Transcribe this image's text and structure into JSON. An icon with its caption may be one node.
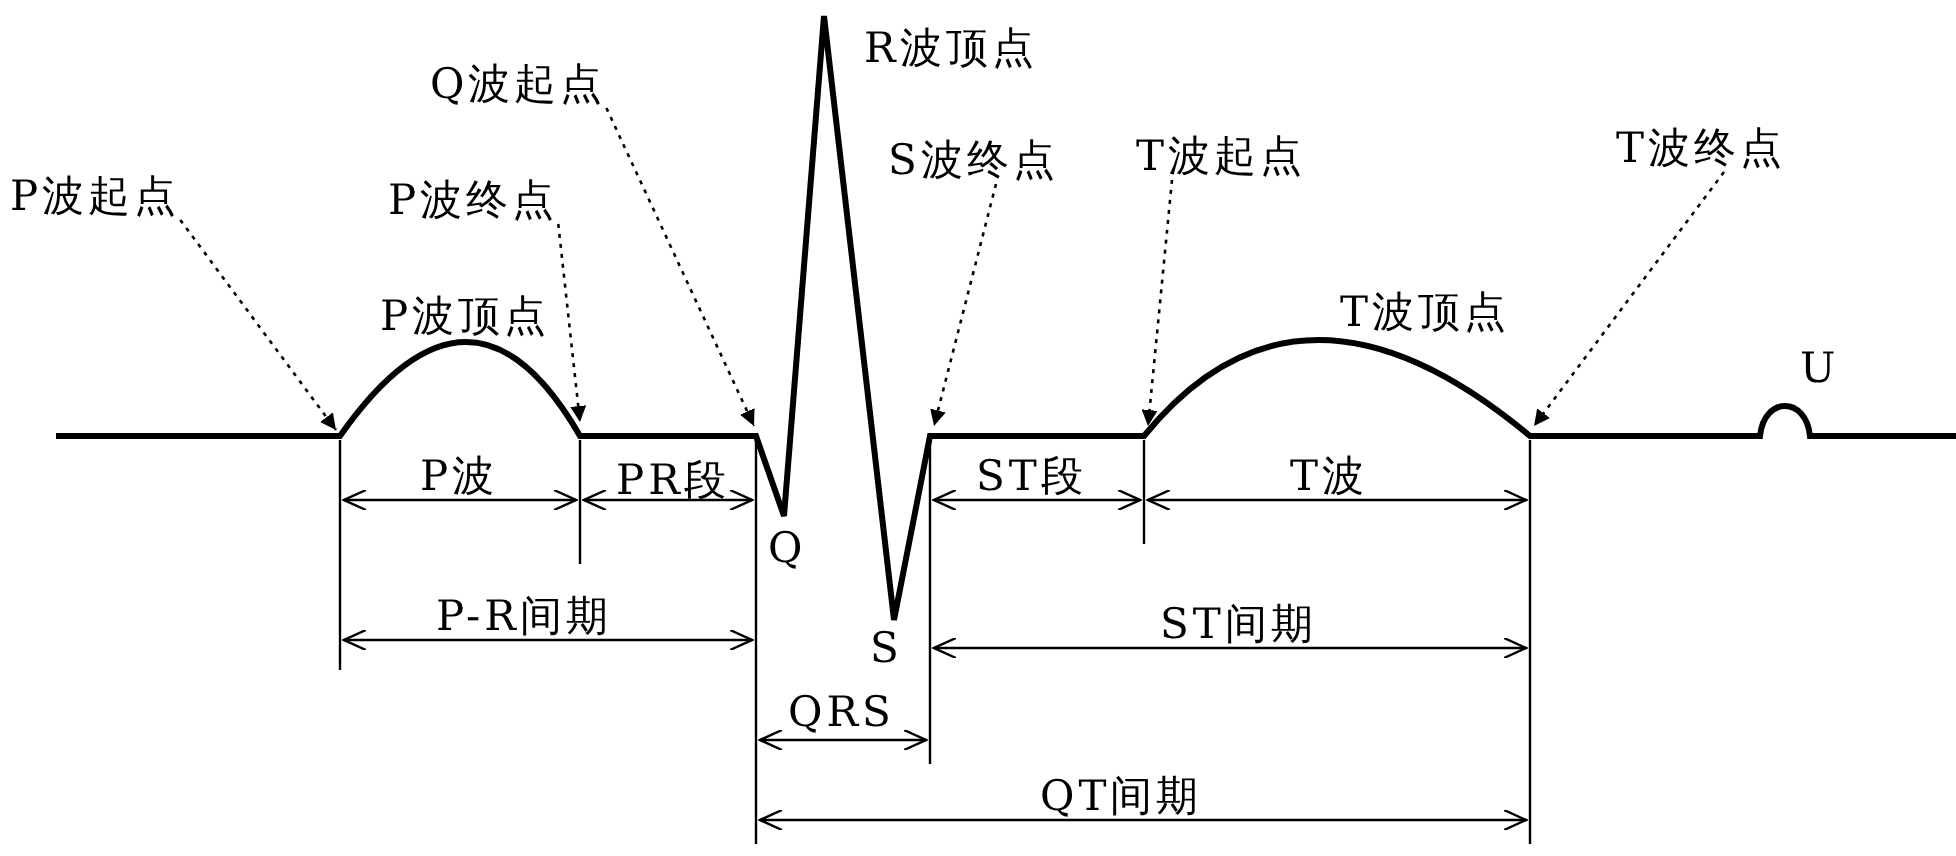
{
  "diagram": {
    "nodes": [
      {
        "text": [
          "P波起点"
        ]
      },
      {
        "text": [
          "P波终点"
        ]
      },
      {
        "text": [
          "Q波起点"
        ]
      },
      {
        "text": [
          "S波终点"
        ]
      },
      {
        "text": [
          "T波起点"
        ]
      },
      {
        "text": [
          "T波终点"
        ]
      }
    ],
    "edges": [
      {
        "from": 0,
        "to": null,
        "arrow": "to"
      },
      {
        "from": 1,
        "to": null,
        "arrow": "to"
      },
      {
        "from": 2,
        "to": null,
        "arrow": "to"
      },
      {
        "from": 3,
        "to": null,
        "arrow": "to"
      },
      {
        "from": 4,
        "to": null,
        "arrow": "to"
      },
      {
        "from": 5,
        "to": null,
        "arrow": "to"
      }
    ],
    "labels": [
      "R波顶点",
      "P波顶点",
      "T波顶点",
      "U",
      "P波",
      "PR段",
      "ST段",
      "T波",
      "Q",
      "P-R间期",
      "ST间期",
      "S",
      "QRS",
      "QT间期"
    ]
  }
}
